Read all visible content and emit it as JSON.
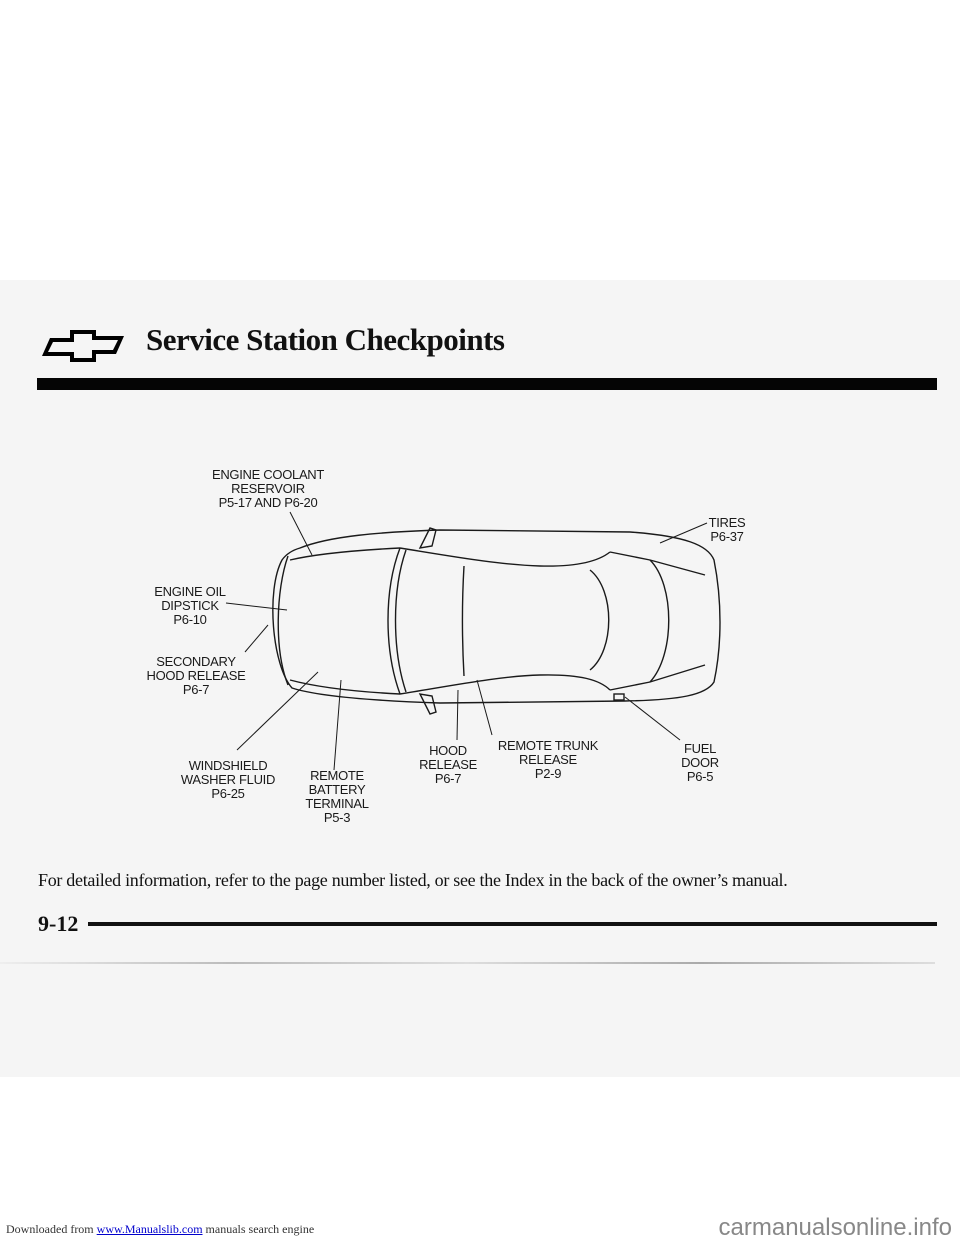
{
  "header": {
    "title": "Service Station Checkpoints",
    "logo": "chevrolet-bowtie-icon"
  },
  "diagram": {
    "labels": {
      "coolant": [
        "ENGINE COOLANT",
        "RESERVOIR",
        "P5-17 AND P6-20"
      ],
      "tires": [
        "TIRES",
        "P6-37"
      ],
      "dipstick": [
        "ENGINE OIL",
        "DIPSTICK",
        "P6-10"
      ],
      "secondary_hood": [
        "SECONDARY",
        "HOOD RELEASE",
        "P6-7"
      ],
      "washer": [
        "WINDSHIELD",
        "WASHER FLUID",
        "P6-25"
      ],
      "battery": [
        "REMOTE",
        "BATTERY",
        "TERMINAL",
        "P5-3"
      ],
      "hood": [
        "HOOD",
        "RELEASE",
        "P6-7"
      ],
      "trunk": [
        "REMOTE TRUNK",
        "RELEASE",
        "P2-9"
      ],
      "fuel": [
        "FUEL",
        "DOOR",
        "P6-5"
      ]
    }
  },
  "caption": "For detailed information, refer to the page number listed, or see the Index in the back of the owner’s manual.",
  "page_number": "9-12",
  "footer": {
    "prefix": "Downloaded from",
    "link": "www.Manualslib.com",
    "suffix": "manuals search engine",
    "watermark": "carmanualsonline.info"
  }
}
